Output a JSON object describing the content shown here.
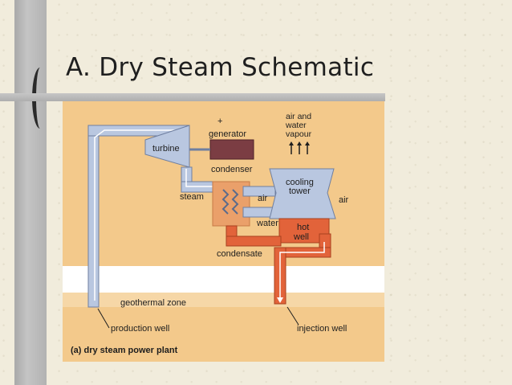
{
  "slide": {
    "title": "A.  Dry Steam Schematic"
  },
  "diagram": {
    "caption": "(a) dry steam power plant",
    "labels": {
      "generator": "generator",
      "turbine": "turbine",
      "condenser": "condenser",
      "steam": "steam",
      "air_left": "air",
      "water": "water",
      "cooling_line1": "cooling",
      "cooling_line2": "tower",
      "air_right": "air",
      "air_water_line1": "air and",
      "air_water_line2": "water",
      "air_water_line3": "vapour",
      "hot_line1": "hot",
      "hot_line2": "well",
      "condensate": "condensate",
      "geothermal_zone": "geothermal zone",
      "production_well": "production well",
      "injection_well": "injection well"
    },
    "colors": {
      "background": "#f3c98b",
      "steam_pipe": "#b9c7e0",
      "hot_pipe": "#e2633a",
      "generator": "#7b3d43",
      "ground": "#ffffff"
    }
  }
}
